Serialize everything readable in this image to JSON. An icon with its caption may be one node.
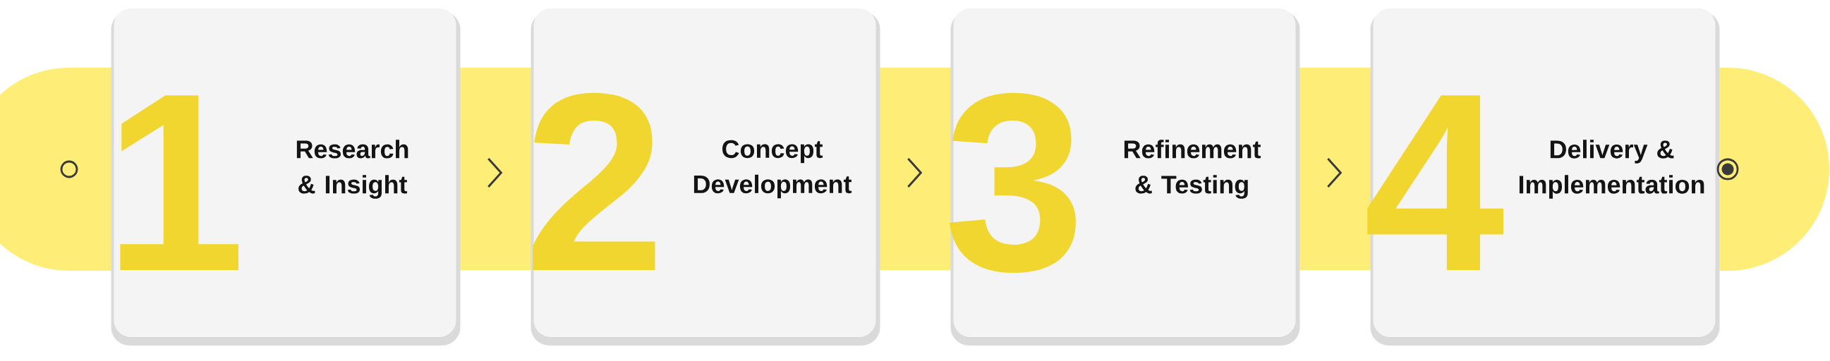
{
  "diagram": {
    "nodes": [
      {
        "text": [],
        "shape": "circle"
      },
      {
        "text": [
          "1",
          "Research & Insight"
        ]
      },
      {
        "text": [
          "2",
          "Concept Development"
        ]
      },
      {
        "text": [
          "3",
          "Refinement & Testing"
        ]
      },
      {
        "text": [
          "4",
          "Delivery & Implementation"
        ]
      },
      {
        "text": [],
        "shape": "circle"
      }
    ],
    "edges": [
      {
        "from": 1,
        "to": 2,
        "arrow": "to"
      },
      {
        "from": 2,
        "to": 3,
        "arrow": "to"
      },
      {
        "from": 3,
        "to": 4,
        "arrow": "to"
      }
    ]
  }
}
